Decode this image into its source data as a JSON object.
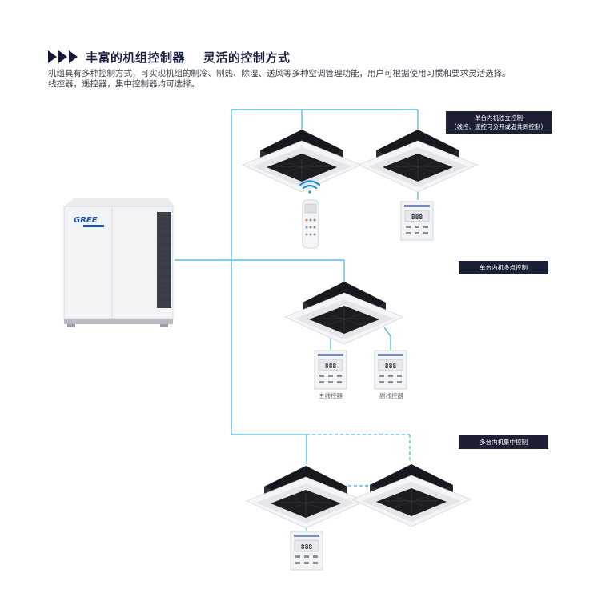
{
  "header": {
    "title": "丰富的机组控制器    灵活的控制方式",
    "desc_line1": "机组具有多种控制方式，可实现机组的制冷、制热、除湿、送风等多种空调管理功能，用户可根据使用习惯和要求灵活选择。",
    "desc_line2": "线控器，遥控器，集中控制器均可选择。"
  },
  "outdoor_unit": {
    "brand": "GREE",
    "icon": "outdoor-unit-icon"
  },
  "sections": [
    {
      "label_line1": "单台内机独立控制",
      "label_line2": "（线控、遥控可分开或者共同控制）"
    },
    {
      "label_line1": "单台内机多点控制"
    },
    {
      "label_line1": "多台内机集中控制"
    }
  ],
  "controllers": {
    "main_caption": "主线控器",
    "sub_caption": "副线控器"
  },
  "colors": {
    "line": "#3cb3d9",
    "label_bg": "#1d1f35",
    "title": "#1a1f3f",
    "panel_grille": "#16181d",
    "unit_white": "#f2f3f5"
  }
}
